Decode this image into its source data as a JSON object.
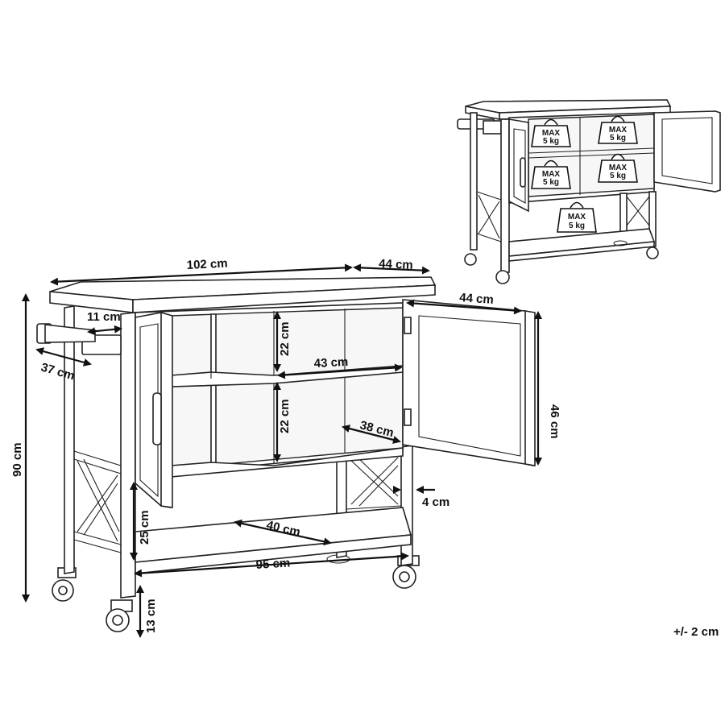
{
  "dimensions": {
    "width_top": "102 cm",
    "depth_top": "44 cm",
    "door_width": "44 cm",
    "handle_offset": "11 cm",
    "towel_bar_depth": "37 cm",
    "total_height": "90 cm",
    "upper_shelf_height": "22 cm",
    "lower_compartment_height": "22 cm",
    "interior_width": "43 cm",
    "interior_depth": "38 cm",
    "door_height": "46 cm",
    "frame_thickness": "4 cm",
    "bottom_shelf_clearance": "25 cm",
    "bottom_shelf_depth": "40 cm",
    "bottom_shelf_width": "95 cm",
    "ground_clearance": "13 cm"
  },
  "load": {
    "line1": "MAX",
    "line2": "5 kg"
  },
  "tolerance": "+/- 2 cm",
  "colors": {
    "line": "#222222",
    "background": "#ffffff"
  }
}
